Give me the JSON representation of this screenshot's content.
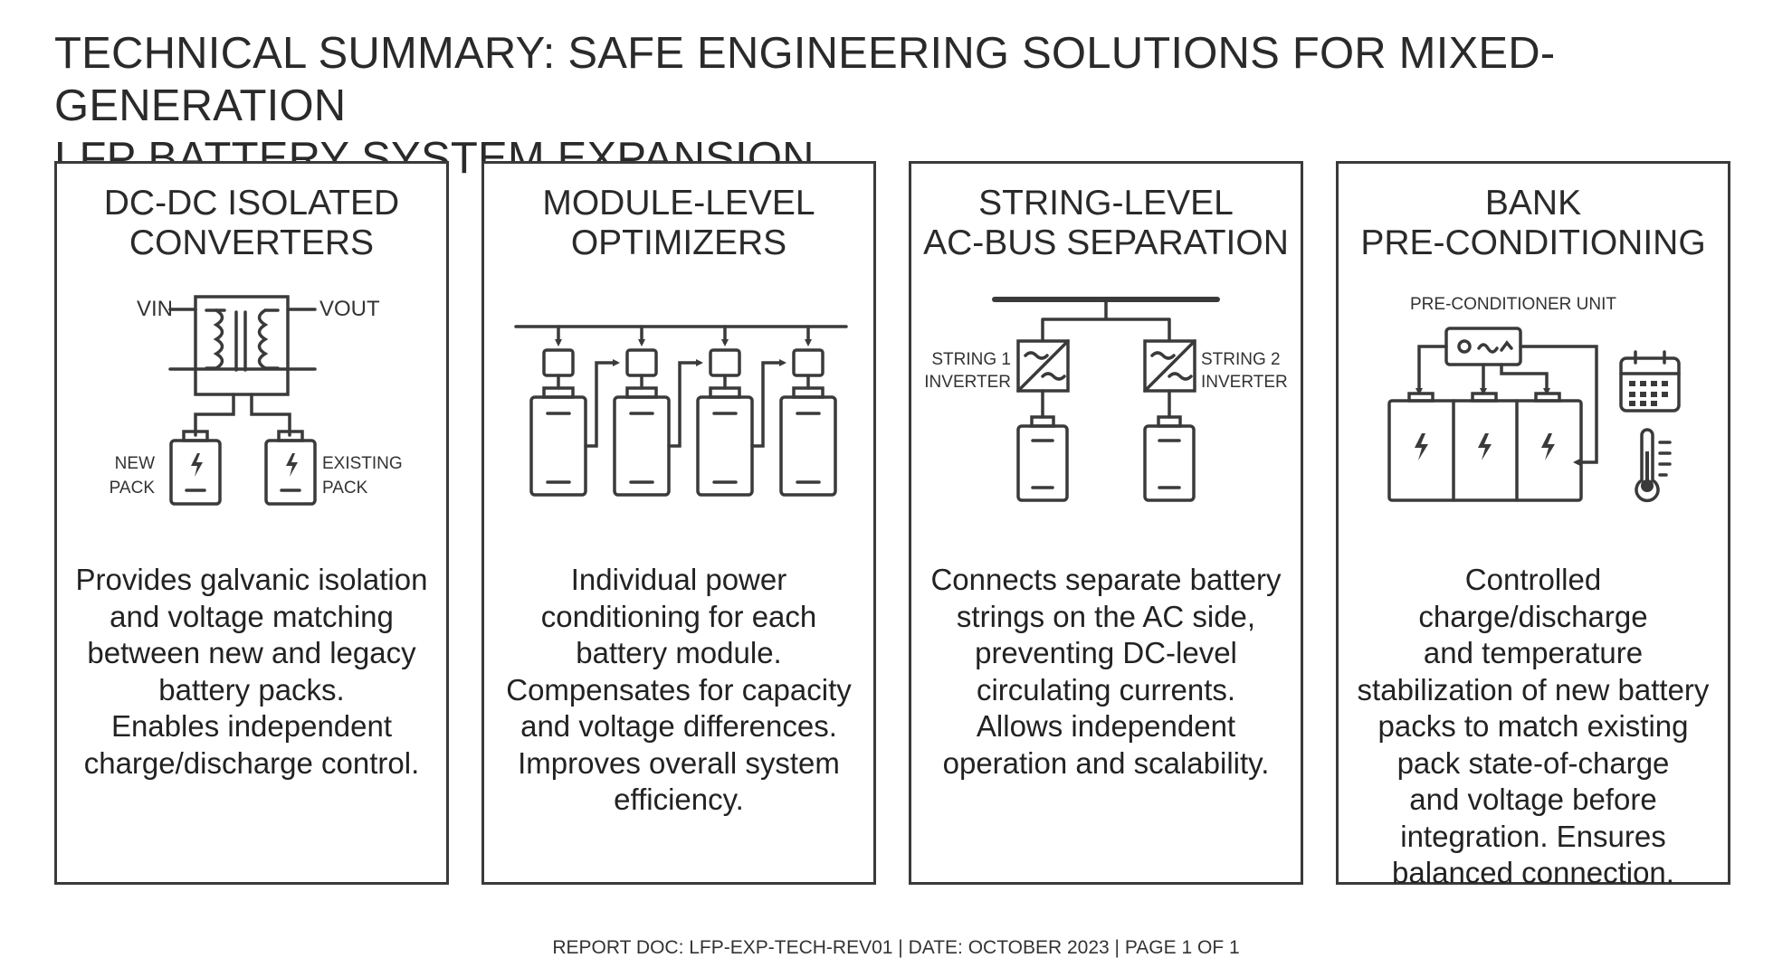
{
  "title": {
    "line1": "TECHNICAL SUMMARY: SAFE ENGINEERING SOLUTIONS FOR MIXED-GENERATION",
    "line2": "LFP BATTERY SYSTEM EXPANSION"
  },
  "panels": [
    {
      "title": [
        "DC-DC ISOLATED",
        "CONVERTERS"
      ],
      "labels": {
        "vin": "VIN",
        "vout": "VOUT",
        "new_pack": [
          "NEW",
          "PACK"
        ],
        "existing_pack": [
          "EXISTING",
          "PACK"
        ]
      },
      "description": [
        "Provides galvanic isolation",
        "and voltage matching",
        "between new and legacy",
        "battery packs.",
        "Enables independent",
        "charge/discharge control."
      ]
    },
    {
      "title": [
        "MODULE-LEVEL",
        "OPTIMIZERS"
      ],
      "description": [
        "Individual power",
        "conditioning for each",
        "battery module.",
        "Compensates for capacity",
        "and voltage differences.",
        "Improves overall system",
        "efficiency."
      ]
    },
    {
      "title": [
        "STRING-LEVEL",
        "AC-BUS SEPARATION"
      ],
      "labels": {
        "string1": [
          "STRING 1",
          "INVERTER"
        ],
        "string2": [
          "STRING 2",
          "INVERTER"
        ]
      },
      "description": [
        "Connects separate battery",
        "strings on the AC side,",
        "preventing DC-level",
        "circulating currents.",
        "Allows independent",
        "operation and scalability."
      ]
    },
    {
      "title": [
        "BANK",
        "PRE-CONDITIONING"
      ],
      "labels": {
        "unit": "PRE-CONDITIONER UNIT"
      },
      "description": [
        "Controlled charge/discharge",
        "and temperature",
        "stabilization of new battery",
        "packs to match existing",
        "pack state-of-charge",
        "and voltage before",
        "integration. Ensures",
        "balanced connection."
      ]
    }
  ],
  "footer": "REPORT DOC: LFP-EXP-TECH-REV01 | DATE: OCTOBER 2023 | PAGE 1 of 1",
  "colors": {
    "stroke": "#3a3a3a",
    "text": "#2b2b2b",
    "background": "#ffffff"
  },
  "icons": [
    "transformer-icon",
    "battery-icon",
    "optimizer-icon",
    "inverter-icon",
    "controller-icon",
    "calendar-icon",
    "thermometer-icon"
  ]
}
